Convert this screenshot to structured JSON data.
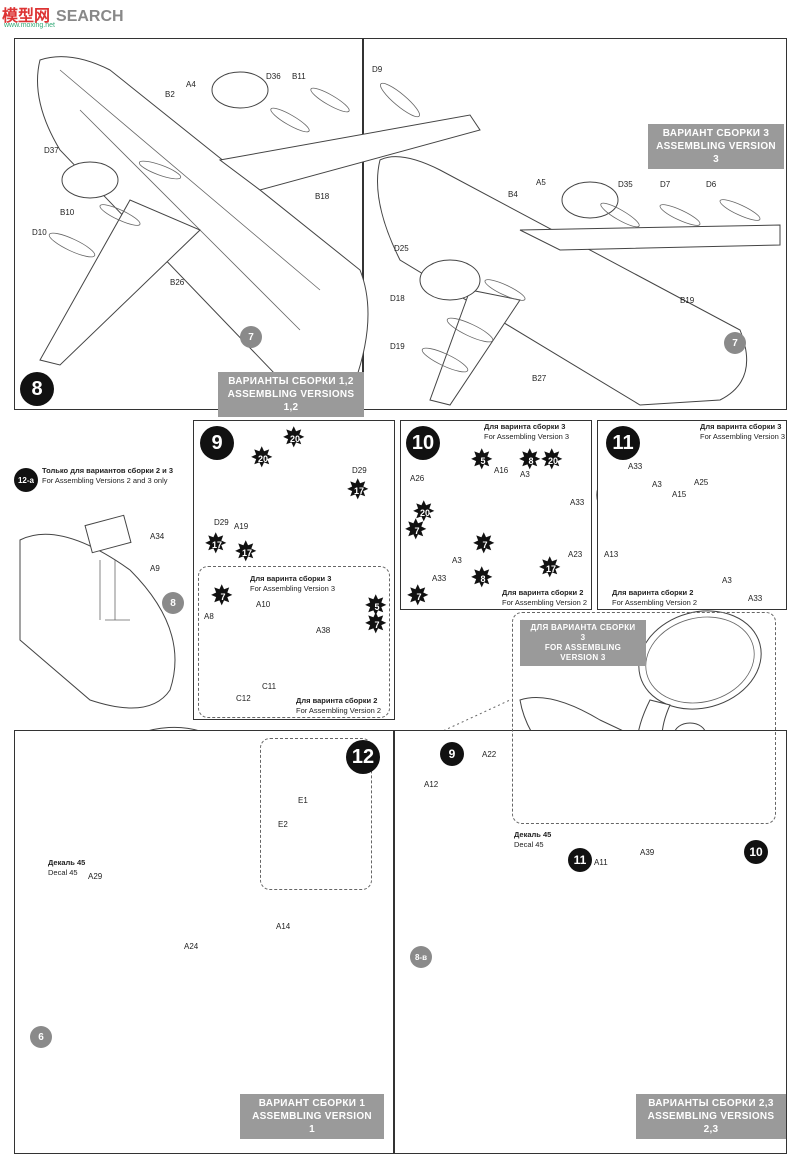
{
  "watermark": {
    "title": "模型网",
    "subtitle": "SEARCH",
    "url": "www.moxing.net"
  },
  "step8": {
    "number": "8",
    "parts_left": [
      "A4",
      "B2",
      "D36",
      "B11",
      "D37",
      "B10",
      "D10",
      "B26",
      "B18"
    ],
    "parts_right": [
      "D9",
      "A5",
      "B4",
      "D35",
      "D7",
      "D6",
      "D25",
      "D18",
      "D19",
      "B19",
      "B27"
    ],
    "ref_left": "7",
    "ref_right": "7",
    "banner_left": {
      "ru": "ВАРИАНТЫ СБОРКИ 1,2",
      "en": "ASSEMBLING VERSIONS 1,2"
    },
    "banner_right": {
      "ru": "ВАРИАНТ СБОРКИ 3",
      "en": "ASSEMBLING VERSION 3"
    }
  },
  "step12a": {
    "number": "12-a",
    "note_ru": "Только для вариантов сборки 2 и 3",
    "note_en": "For Assembling Versions 2 and 3 only",
    "parts": [
      "A34",
      "A9"
    ],
    "ref": "8"
  },
  "step9": {
    "number": "9",
    "stars": [
      "20",
      "20",
      "17",
      "17",
      "17"
    ],
    "parts": [
      "D29",
      "D29",
      "A19"
    ],
    "inset_v3": {
      "ru": "Для варинта сборки 3",
      "en": "For Assembling Version 3"
    },
    "inset_v2": {
      "ru": "Для варинта сборки 2",
      "en": "For Assembling Version 2"
    },
    "inset_parts": [
      "A8",
      "A10",
      "A38",
      "C11",
      "C12"
    ],
    "inset_stars": [
      "7",
      "5",
      "7"
    ]
  },
  "step10": {
    "number": "10",
    "note_v3": {
      "ru": "Для варинта сборки 3",
      "en": "For Assembling Version 3"
    },
    "note_v2": {
      "ru": "Для варинта сборки 2",
      "en": "For Assembling Version 2"
    },
    "parts": [
      "A26",
      "A16",
      "A3",
      "A33",
      "A23",
      "A3",
      "A33"
    ],
    "stars": [
      "5",
      "8",
      "20",
      "7",
      "17",
      "20",
      "7",
      "8",
      "7"
    ]
  },
  "step11": {
    "number": "11",
    "note_v3": {
      "ru": "Для варинта сборки 3",
      "en": "For Assembling Version 3"
    },
    "note_v2": {
      "ru": "Для варинта сборки 2",
      "en": "For Assembling Version 2"
    },
    "parts": [
      "A33",
      "A3",
      "A25",
      "A15",
      "A13",
      "A3",
      "A33"
    ]
  },
  "step12": {
    "number": "12",
    "parts": [
      "E1",
      "E2",
      "A29",
      "A24",
      "A14",
      "A12",
      "A22",
      "A11",
      "A39"
    ],
    "decal_ru": "Декаль 45",
    "decal_en": "Decal 45",
    "refs": [
      "6",
      "9",
      "11",
      "10",
      "8-в"
    ],
    "banner_v3": {
      "ru": "ДЛЯ ВАРИАНТА СБОРКИ 3",
      "en": "FOR ASSEMBLING",
      "en2": "VERSION 3"
    },
    "banner_v1": {
      "ru": "ВАРИАНТ СБОРКИ 1",
      "en": "ASSEMBLING VERSION 1"
    },
    "banner_v23": {
      "ru": "ВАРИАНТЫ СБОРКИ 2,3",
      "en": "ASSEMBLING VERSIONS 2,3"
    }
  }
}
